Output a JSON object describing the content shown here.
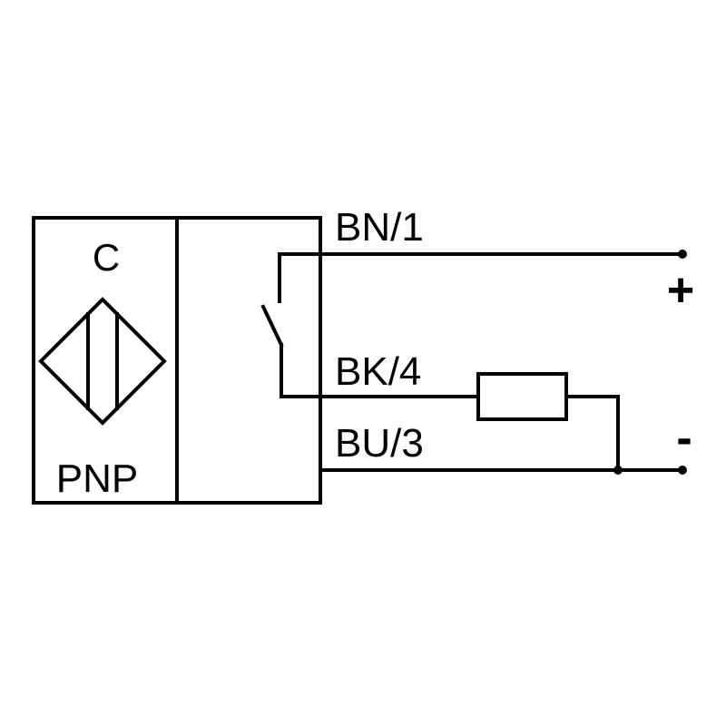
{
  "sensor": {
    "type_letter": "C",
    "output_type": "PNP"
  },
  "wires": {
    "brown": "BN/1",
    "black": "BK/4",
    "blue": "BU/3"
  },
  "supply": {
    "positive": "+",
    "negative": "-"
  },
  "colors": {
    "line": "#000000",
    "background": "#ffffff"
  }
}
